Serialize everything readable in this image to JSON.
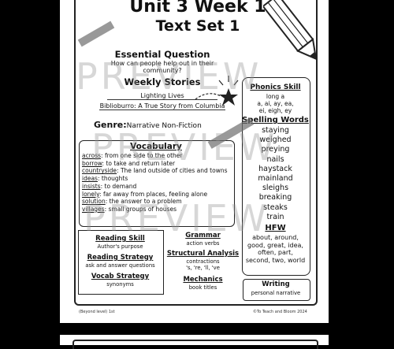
{
  "header": {
    "title": "Unit 3 Week 1",
    "subtitle": "Text Set 1"
  },
  "essential_question": {
    "title": "Essential Question",
    "text": "How can people help out in their community?"
  },
  "weekly_stories": {
    "title": "Weekly Stories",
    "stories": [
      "Lighting Lives",
      "Biblioburro: A True Story from Columbia"
    ]
  },
  "genre": {
    "label": "Genre:",
    "value": "Narrative Non-Fiction"
  },
  "vocabulary": {
    "title": "Vocabulary",
    "items": [
      {
        "word": "across",
        "def": ": from one side to the other"
      },
      {
        "word": "borrow",
        "def": ": to take and return later"
      },
      {
        "word": "countryside",
        "def": ": The land outside of cities and towns"
      },
      {
        "word": "ideas",
        "def": ": thoughts"
      },
      {
        "word": "insists",
        "def": ": to demand"
      },
      {
        "word": "lonely",
        "def": ": far away from places, feeling alone"
      },
      {
        "word": "solution",
        "def": ": the answer to a problem"
      },
      {
        "word": "villages",
        "def": ": small groups of houses"
      }
    ]
  },
  "phonics": {
    "title": "Phonics Skill",
    "lines": [
      "long a",
      "a, ai, ay, ea,",
      "ei, eigh, ey"
    ]
  },
  "spelling": {
    "title": "Spelling Words",
    "words": [
      "staying",
      "weighed",
      "preying",
      "nails",
      "haystack",
      "mainland",
      "sleighs",
      "breaking",
      "steaks",
      "train"
    ]
  },
  "hfw": {
    "title": "HFW",
    "lines": [
      "about, around,",
      "good, great, idea,",
      "often, part,",
      "second, two, world"
    ]
  },
  "reading_skill": {
    "title": "Reading Skill",
    "text": "Author's purpose"
  },
  "reading_strategy": {
    "title": "Reading Strategy",
    "text": "ask and answer questions"
  },
  "vocab_strategy": {
    "title": "Vocab Strategy",
    "text": "synonyms"
  },
  "grammar": {
    "title": "Grammar",
    "text": "action verbs"
  },
  "structural_analysis": {
    "title": "Structural Analysis",
    "lines": [
      "contractions",
      "'s, 're, 'll, 've"
    ]
  },
  "mechanics": {
    "title": "Mechanics",
    "text": "book titles"
  },
  "writing": {
    "title": "Writing",
    "text": "personal narrative"
  },
  "footer": {
    "left": "(Beyond level) 1st",
    "right": "©To Teach and Bloom 2024"
  },
  "watermark": "PREVIEW",
  "colors": {
    "page": "#ffffff",
    "background": "#000000",
    "watermark": "#969696"
  },
  "icons": [
    "pencil-icon",
    "star-icon"
  ]
}
